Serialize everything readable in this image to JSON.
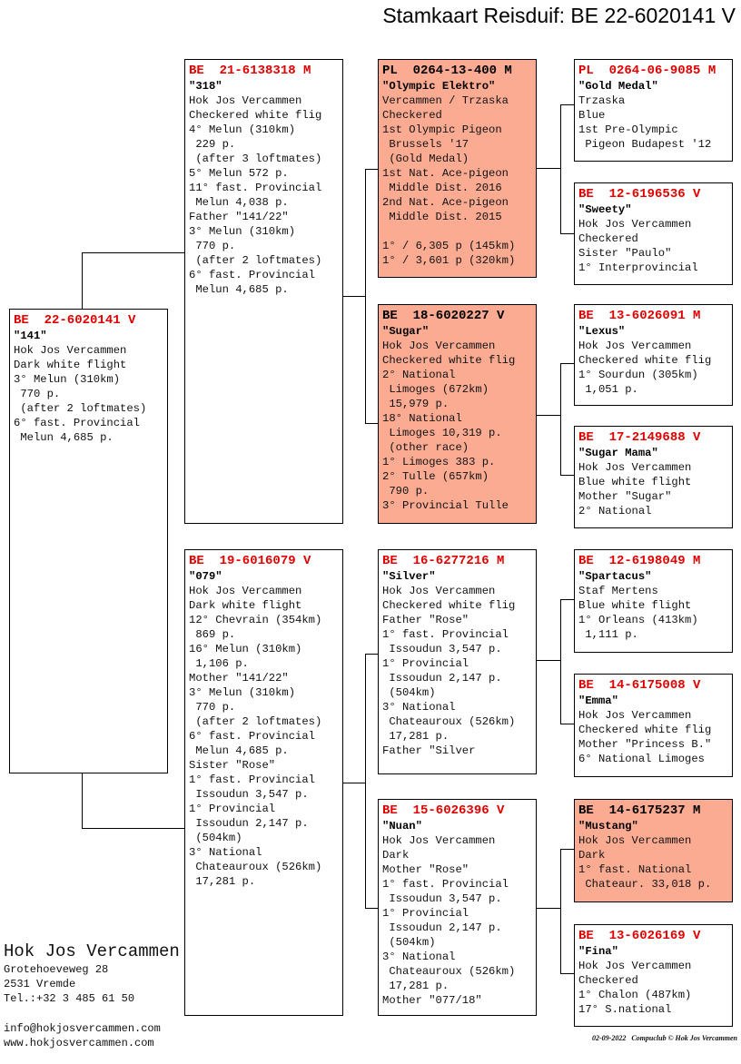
{
  "title": "Stamkaart Reisduif: BE  22-6020141 V",
  "owner": {
    "name": "Hok Jos Vercammen",
    "street": "Grotehoeveweg 28",
    "city": "2531  Vremde",
    "phone": "Tel.:+32 3 485 61 50",
    "email": "info@hokjosvercammen.com",
    "web": "www.hokjosvercammen.com"
  },
  "footer": {
    "date": "02-09-2022",
    "credit": "Compuclub © Hok Jos Vercammen"
  },
  "colors": {
    "ring_red": "#e00000",
    "highlight": "#fcab93"
  },
  "pigeons": [
    {
      "ring": "BE  22-6020141 V",
      "nick": "\"141\"",
      "highlight": false,
      "lines": [
        "Hok Jos Vercammen",
        "Dark white flight",
        "3° Melun (310km)",
        " 770 p.",
        " (after 2 loftmates)",
        "6° fast. Provincial",
        " Melun 4,685 p."
      ]
    },
    {
      "ring": "BE  21-6138318 M",
      "nick": "\"318\"",
      "highlight": false,
      "lines": [
        "Hok Jos Vercammen",
        "Checkered white flig",
        "4° Melun (310km)",
        " 229 p.",
        " (after 3 loftmates)",
        "5° Melun 572 p.",
        "11° fast. Provincial",
        " Melun 4,038 p.",
        "Father \"141/22\"",
        "3° Melun (310km)",
        " 770 p.",
        " (after 2 loftmates)",
        "6° fast. Provincial",
        " Melun 4,685 p."
      ]
    },
    {
      "ring": "BE  19-6016079 V",
      "nick": "\"079\"",
      "highlight": false,
      "lines": [
        "Hok Jos Vercammen",
        "Dark white flight",
        "12° Chevrain (354km)",
        " 869 p.",
        "16° Melun (310km)",
        " 1,106 p.",
        "Mother \"141/22\"",
        "3° Melun (310km)",
        " 770 p.",
        " (after 2 loftmates)",
        "6° fast. Provincial",
        " Melun 4,685 p.",
        "Sister \"Rose\"",
        "1° fast. Provincial",
        " Issoudun 3,547 p.",
        "1° Provincial",
        " Issoudun 2,147 p.",
        " (504km)",
        "3° National",
        " Chateauroux (526km)",
        " 17,281 p."
      ]
    },
    {
      "ring": "PL  0264-13-400 M",
      "nick": "\"Olympic Elektro\"",
      "highlight": true,
      "lines": [
        "Vercammen / Trzaska",
        "Checkered",
        "1st Olympic Pigeon",
        " Brussels '17",
        " (Gold Medal)",
        "1st Nat. Ace-pigeon",
        " Middle Dist. 2016",
        "2nd Nat. Ace-pigeon",
        " Middle Dist. 2015",
        "",
        "1° / 6,305 p (145km)",
        "1° / 3,601 p (320km)"
      ]
    },
    {
      "ring": "BE  18-6020227 V",
      "nick": "\"Sugar\"",
      "highlight": true,
      "lines": [
        "Hok Jos Vercammen",
        "Checkered white flig",
        "2° National",
        " Limoges (672km)",
        " 15,979 p.",
        "18° National",
        " Limoges 10,319 p.",
        " (other race)",
        "1° Limoges 383 p.",
        "2° Tulle (657km)",
        " 790 p.",
        "3° Provincial Tulle"
      ]
    },
    {
      "ring": "BE  16-6277216 M",
      "nick": "\"Silver\"",
      "highlight": false,
      "lines": [
        "Hok Jos Vercammen",
        "Checkered white flig",
        "Father \"Rose\"",
        "1° fast. Provincial",
        " Issoudun 3,547 p.",
        "1° Provincial",
        " Issoudun 2,147 p.",
        " (504km)",
        "3° National",
        " Chateauroux (526km)",
        " 17,281 p.",
        "Father \"Silver"
      ]
    },
    {
      "ring": "BE  15-6026396 V",
      "nick": "\"Nuan\"",
      "highlight": false,
      "lines": [
        "Hok Jos Vercammen",
        "Dark",
        "Mother \"Rose\"",
        "1° fast. Provincial",
        " Issoudun 3,547 p.",
        "1° Provincial",
        " Issoudun 2,147 p.",
        " (504km)",
        "3° National",
        " Chateauroux (526km)",
        " 17,281 p.",
        "Mother \"077/18\""
      ]
    },
    {
      "ring": "PL  0264-06-9085 M",
      "nick": "\"Gold Medal\"",
      "highlight": false,
      "lines": [
        "Trzaska",
        "Blue",
        "1st Pre-Olympic",
        " Pigeon Budapest '12"
      ]
    },
    {
      "ring": "BE  12-6196536 V",
      "nick": "\"Sweety\"",
      "highlight": false,
      "lines": [
        "Hok Jos Vercammen",
        "Checkered",
        "Sister \"Paulo\"",
        "1° Interprovincial"
      ]
    },
    {
      "ring": "BE  13-6026091 M",
      "nick": "\"Lexus\"",
      "highlight": false,
      "lines": [
        "Hok Jos Vercammen",
        "Checkered white flig",
        "1° Sourdun (305km)",
        " 1,051 p."
      ]
    },
    {
      "ring": "BE  17-2149688 V",
      "nick": "\"Sugar Mama\"",
      "highlight": false,
      "lines": [
        "Hok Jos Vercammen",
        "Blue white flight",
        "Mother \"Sugar\"",
        "2° National"
      ]
    },
    {
      "ring": "BE  12-6198049 M",
      "nick": "\"Spartacus\"",
      "highlight": false,
      "lines": [
        "Staf Mertens",
        "Blue white flight",
        "1° Orleans (413km)",
        " 1,111 p."
      ]
    },
    {
      "ring": "BE  14-6175008 V",
      "nick": "\"Emma\"",
      "highlight": false,
      "lines": [
        "Hok Jos Vercammen",
        "Checkered white flig",
        "Mother \"Princess B.\"",
        "6° National Limoges"
      ]
    },
    {
      "ring": "BE  14-6175237 M",
      "nick": "\"Mustang\"",
      "highlight": true,
      "lines": [
        "Hok Jos Vercammen",
        "Dark",
        "1° fast. National",
        " Chateaur. 33,018 p."
      ]
    },
    {
      "ring": "BE  13-6026169 V",
      "nick": "\"Fina\"",
      "highlight": false,
      "lines": [
        "Hok Jos Vercammen",
        "Checkered",
        "1° Chalon (487km)",
        "17° S.national"
      ]
    }
  ]
}
